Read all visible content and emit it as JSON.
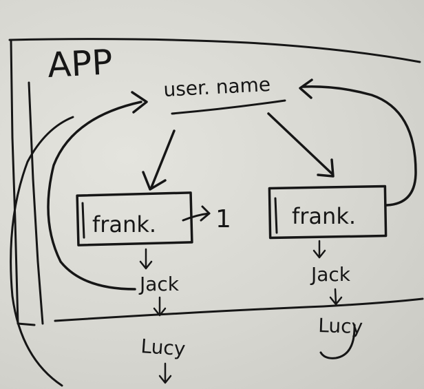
{
  "diagram": {
    "title": "APP",
    "root_node": "user. name",
    "left_input": {
      "value": "frank.",
      "suffix": "1"
    },
    "right_input": {
      "value": "frank."
    },
    "left_chain": [
      "Jack",
      "Lucy"
    ],
    "right_chain": [
      "Jack",
      "Lucy"
    ]
  },
  "colors": {
    "ink": "#161616",
    "paper": "#e0e0da"
  }
}
